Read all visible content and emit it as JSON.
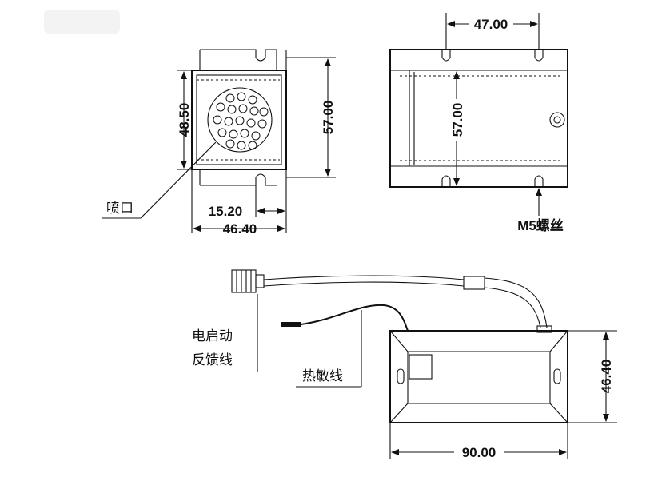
{
  "dimensions": {
    "top_view_height": "48.50",
    "top_view_overall_height": "57.00",
    "nozzle_offset": "15.20",
    "top_view_width": "46.40",
    "side_view_slot_spacing": "47.00",
    "side_view_height": "57.00",
    "bottom_view_height": "46.40",
    "bottom_view_length": "90.00"
  },
  "labels": {
    "nozzle": "喷口",
    "screw": "M5螺丝",
    "feedback_wire_line1": "电启动",
    "feedback_wire_line2": "反馈线",
    "thermistor_wire": "热敏线"
  }
}
